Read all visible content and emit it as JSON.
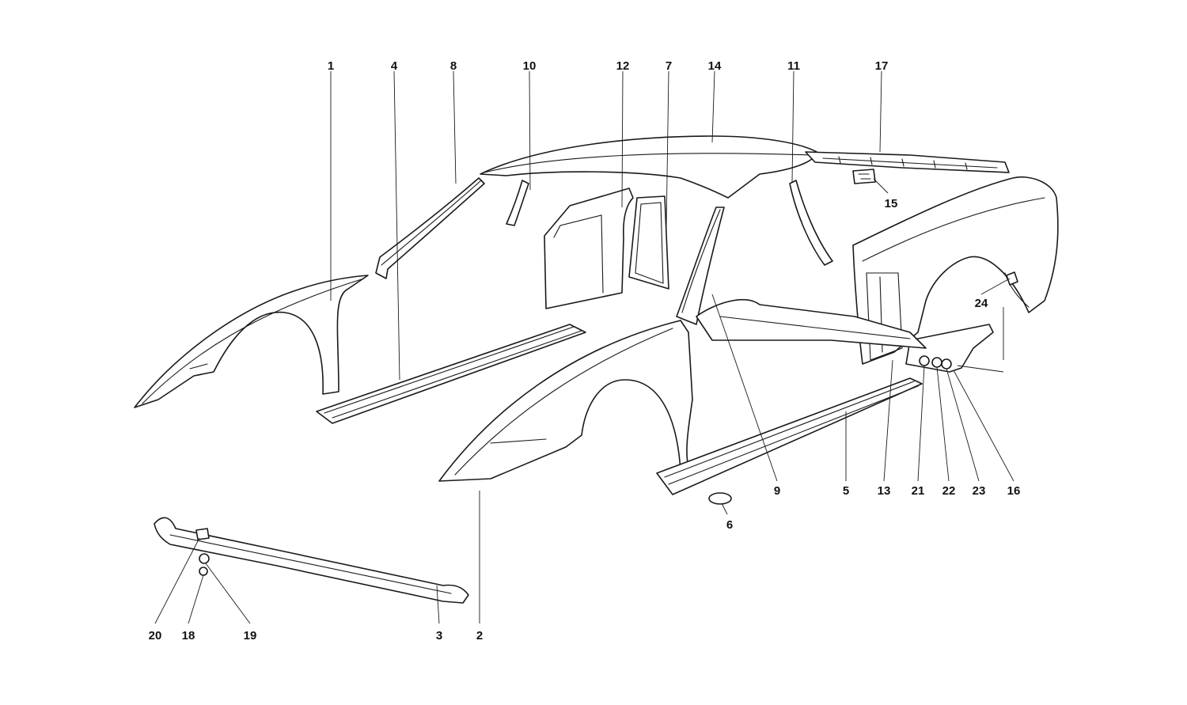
{
  "callouts": {
    "c1": "1",
    "c2": "2",
    "c3": "3",
    "c4": "4",
    "c5": "5",
    "c6": "6",
    "c7": "7",
    "c8": "8",
    "c9": "9",
    "c10": "10",
    "c11": "11",
    "c12": "12",
    "c13": "13",
    "c14": "14",
    "c15": "15",
    "c16": "16",
    "c17": "17",
    "c18": "18",
    "c19": "19",
    "c20": "20",
    "c21": "21",
    "c22": "22",
    "c23": "23",
    "c24": "24"
  },
  "colors": {
    "line": "#1a1a1a",
    "background": "#ffffff"
  }
}
